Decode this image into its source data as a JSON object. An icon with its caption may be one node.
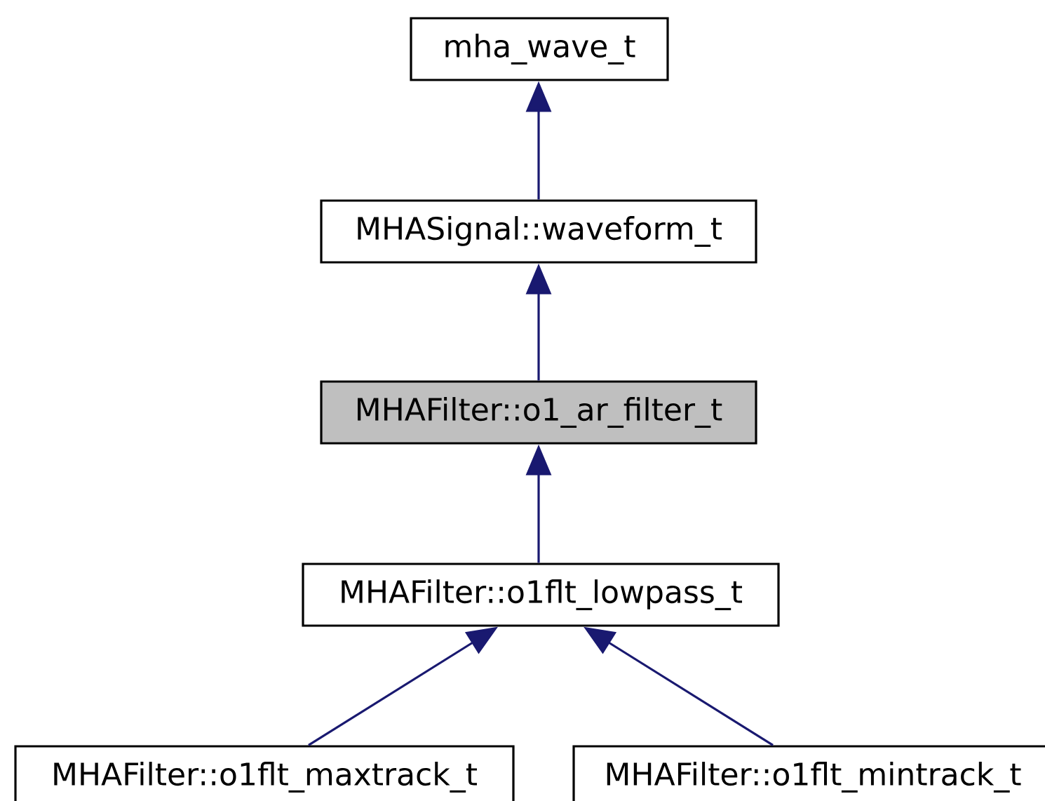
{
  "diagram": {
    "nodes": [
      {
        "text": [
          "mha_wave_t"
        ]
      },
      {
        "text": [
          "MHASignal::waveform_t"
        ]
      },
      {
        "text": [
          "MHAFilter::o1_ar_filter_t"
        ]
      },
      {
        "text": [
          "MHAFilter::o1flt_lowpass_t"
        ]
      },
      {
        "text": [
          "MHAFilter::o1flt_maxtrack_t"
        ]
      },
      {
        "text": [
          "MHAFilter::o1flt_mintrack_t"
        ]
      }
    ],
    "edges": [
      {
        "from": 1,
        "to": 0,
        "arrow": "to"
      },
      {
        "from": 2,
        "to": 1,
        "arrow": "to"
      },
      {
        "from": 3,
        "to": 2,
        "arrow": "to"
      },
      {
        "from": 4,
        "to": 3,
        "arrow": "to"
      },
      {
        "from": 5,
        "to": 3,
        "arrow": "to"
      }
    ]
  }
}
